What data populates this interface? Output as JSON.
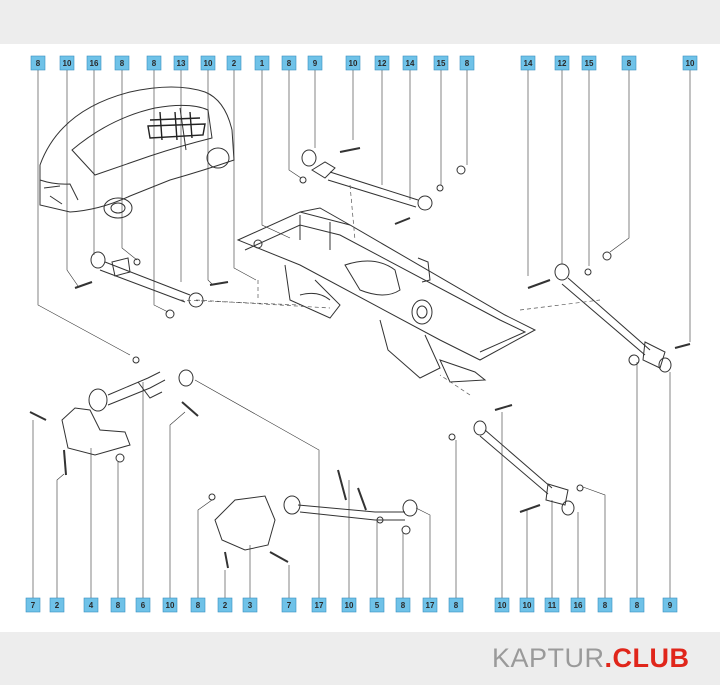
{
  "callouts_top": [
    "8",
    "10",
    "16",
    "8",
    "8",
    "13",
    "10",
    "2",
    "1",
    "8",
    "9",
    "10",
    "12",
    "14",
    "15",
    "8",
    "14",
    "12",
    "15",
    "8",
    "10"
  ],
  "callouts_bottom": [
    "7",
    "2",
    "4",
    "8",
    "6",
    "10",
    "8",
    "2",
    "3",
    "7",
    "17",
    "10",
    "5",
    "8",
    "17",
    "8",
    "10",
    "10",
    "11",
    "16",
    "8",
    "8",
    "9"
  ],
  "watermark": {
    "part1": "KAPTUR",
    "part2": ".CLUB"
  },
  "colors": {
    "callout_fill": "#6fc2e8",
    "callout_border": "#3a8fbf",
    "watermark_gray": "#9a9a9a",
    "watermark_red": "#e0261b",
    "band": "#ededed"
  }
}
